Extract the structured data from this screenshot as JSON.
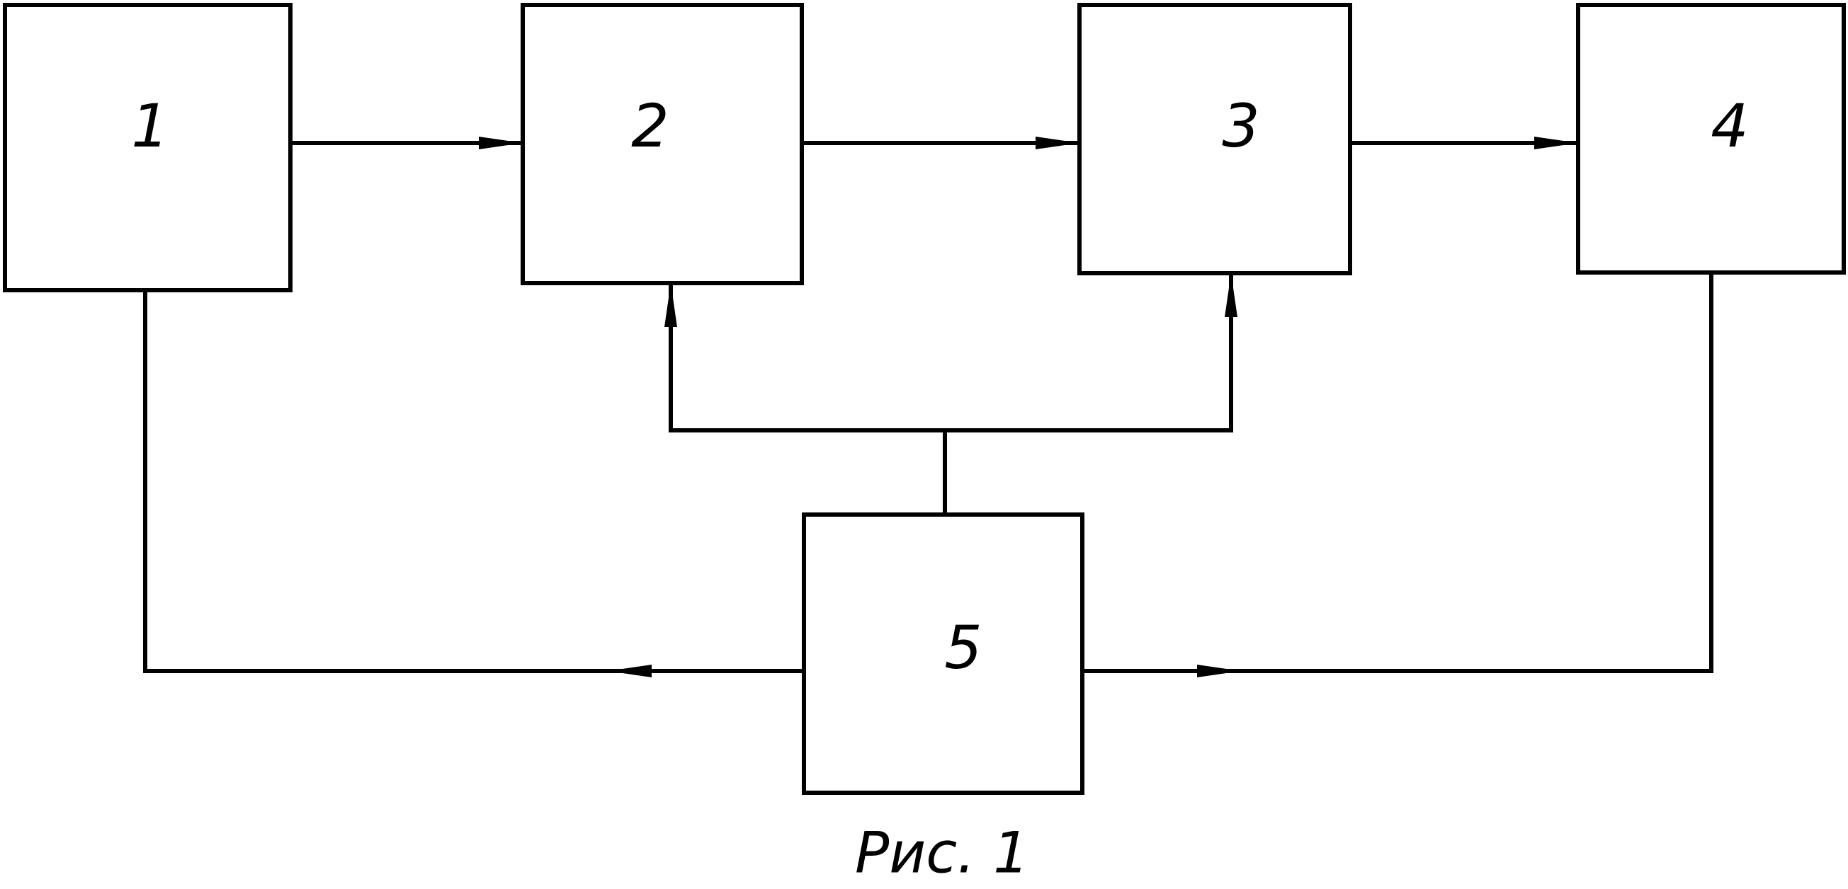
{
  "blocks": [
    {
      "id": "b1",
      "label": "1"
    },
    {
      "id": "b2",
      "label": "2"
    },
    {
      "id": "b3",
      "label": "3"
    },
    {
      "id": "b4",
      "label": "4"
    },
    {
      "id": "b5",
      "label": "5"
    }
  ],
  "connections": [
    {
      "from": "1",
      "to": "2"
    },
    {
      "from": "2",
      "to": "3"
    },
    {
      "from": "3",
      "to": "4"
    },
    {
      "from": "5",
      "to": "2"
    },
    {
      "from": "5",
      "to": "3"
    },
    {
      "from": "5",
      "to": "1"
    },
    {
      "from": "5",
      "to": "4"
    }
  ],
  "caption": "Рис. 1",
  "colors": {
    "line": "#000000",
    "background": "#ffffff"
  }
}
